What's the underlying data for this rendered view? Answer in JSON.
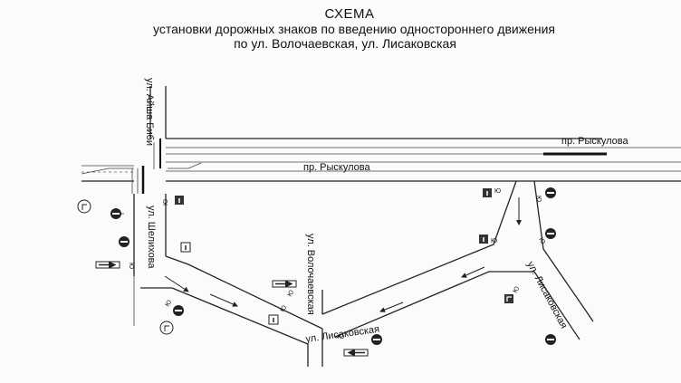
{
  "title": {
    "line1": "СХЕМА",
    "line2": "установки дорожных знаков по введению одностороннего движения",
    "line3": "по ул. Волочаевская, ул. Лисаковская"
  },
  "streets": {
    "ryskulova_right": "пр. Рыскулова",
    "ryskulova_center": "пр. Рыскулова",
    "aisha_bibi": "ул. Айша Биби",
    "shelikhova": "ул. Шелихова",
    "volochaevskaya": "ул. Волочаевская",
    "lisakovskaya_bottom": "ул. Лисаковская",
    "lisakovskaya_right": "ул. Лисаковская"
  },
  "sign_code": "Ю",
  "sign_types": {
    "no_entry": "no-entry-sign",
    "straight_only": "straight-only-sign",
    "one_way": "one-way-road-sign",
    "turn": "turn-direction-sign"
  }
}
